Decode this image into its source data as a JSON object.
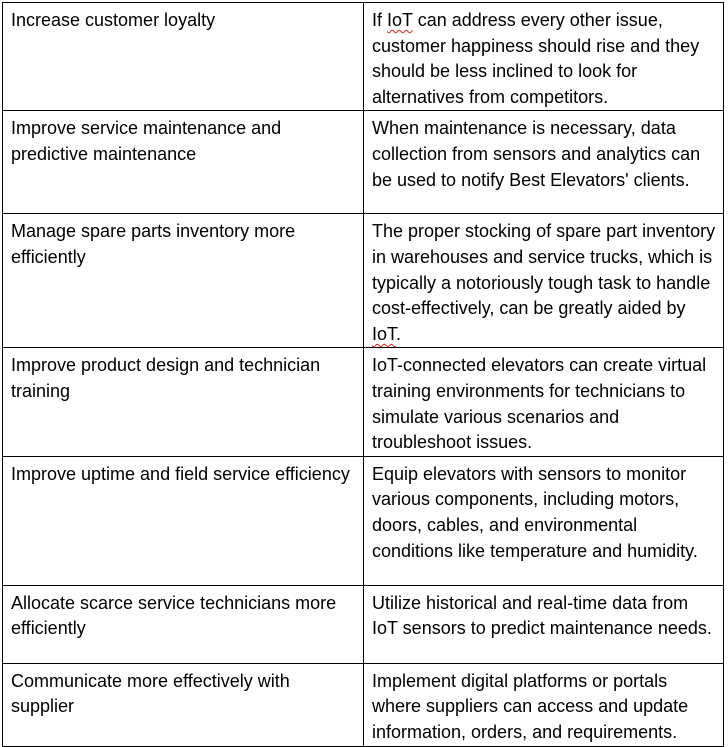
{
  "table": {
    "rows": [
      {
        "goal": "Increase customer loyalty",
        "desc": [
          "If ",
          "IoT",
          " can address every other issue, customer happiness should rise and they should be less inclined to look for alternatives from competitors."
        ]
      },
      {
        "goal": "Improve service maintenance and predictive maintenance",
        "desc": [
          "When maintenance is necessary, data collection from sensors and analytics can be used to notify Best Elevators' clients."
        ]
      },
      {
        "goal": "Manage spare parts inventory more efficiently",
        "desc": [
          "The proper stocking of spare part inventory in warehouses and service trucks, which is typically a notoriously tough task to handle cost-effectively, can be greatly aided by ",
          "IoT",
          "."
        ]
      },
      {
        "goal": "Improve product design and technician training",
        "desc": [
          "IoT-connected elevators can create virtual training environments for technicians to simulate various scenarios and troubleshoot issues."
        ]
      },
      {
        "goal": "Improve uptime and field service efficiency",
        "desc": [
          "Equip elevators with sensors to monitor various components, including motors, doors, cables, and environmental conditions like temperature and humidity."
        ]
      },
      {
        "goal": "Allocate scarce service technicians more efficiently",
        "desc": [
          "Utilize historical and real-time data from IoT sensors to predict maintenance needs."
        ]
      },
      {
        "goal": "Communicate more effectively with supplier",
        "desc": [
          "Implement digital platforms or portals where suppliers can access and update information, orders, and requirements."
        ]
      }
    ]
  },
  "colors": {
    "text": "#000000",
    "border": "#000000",
    "spellcheck_underline": "#e0201b"
  }
}
